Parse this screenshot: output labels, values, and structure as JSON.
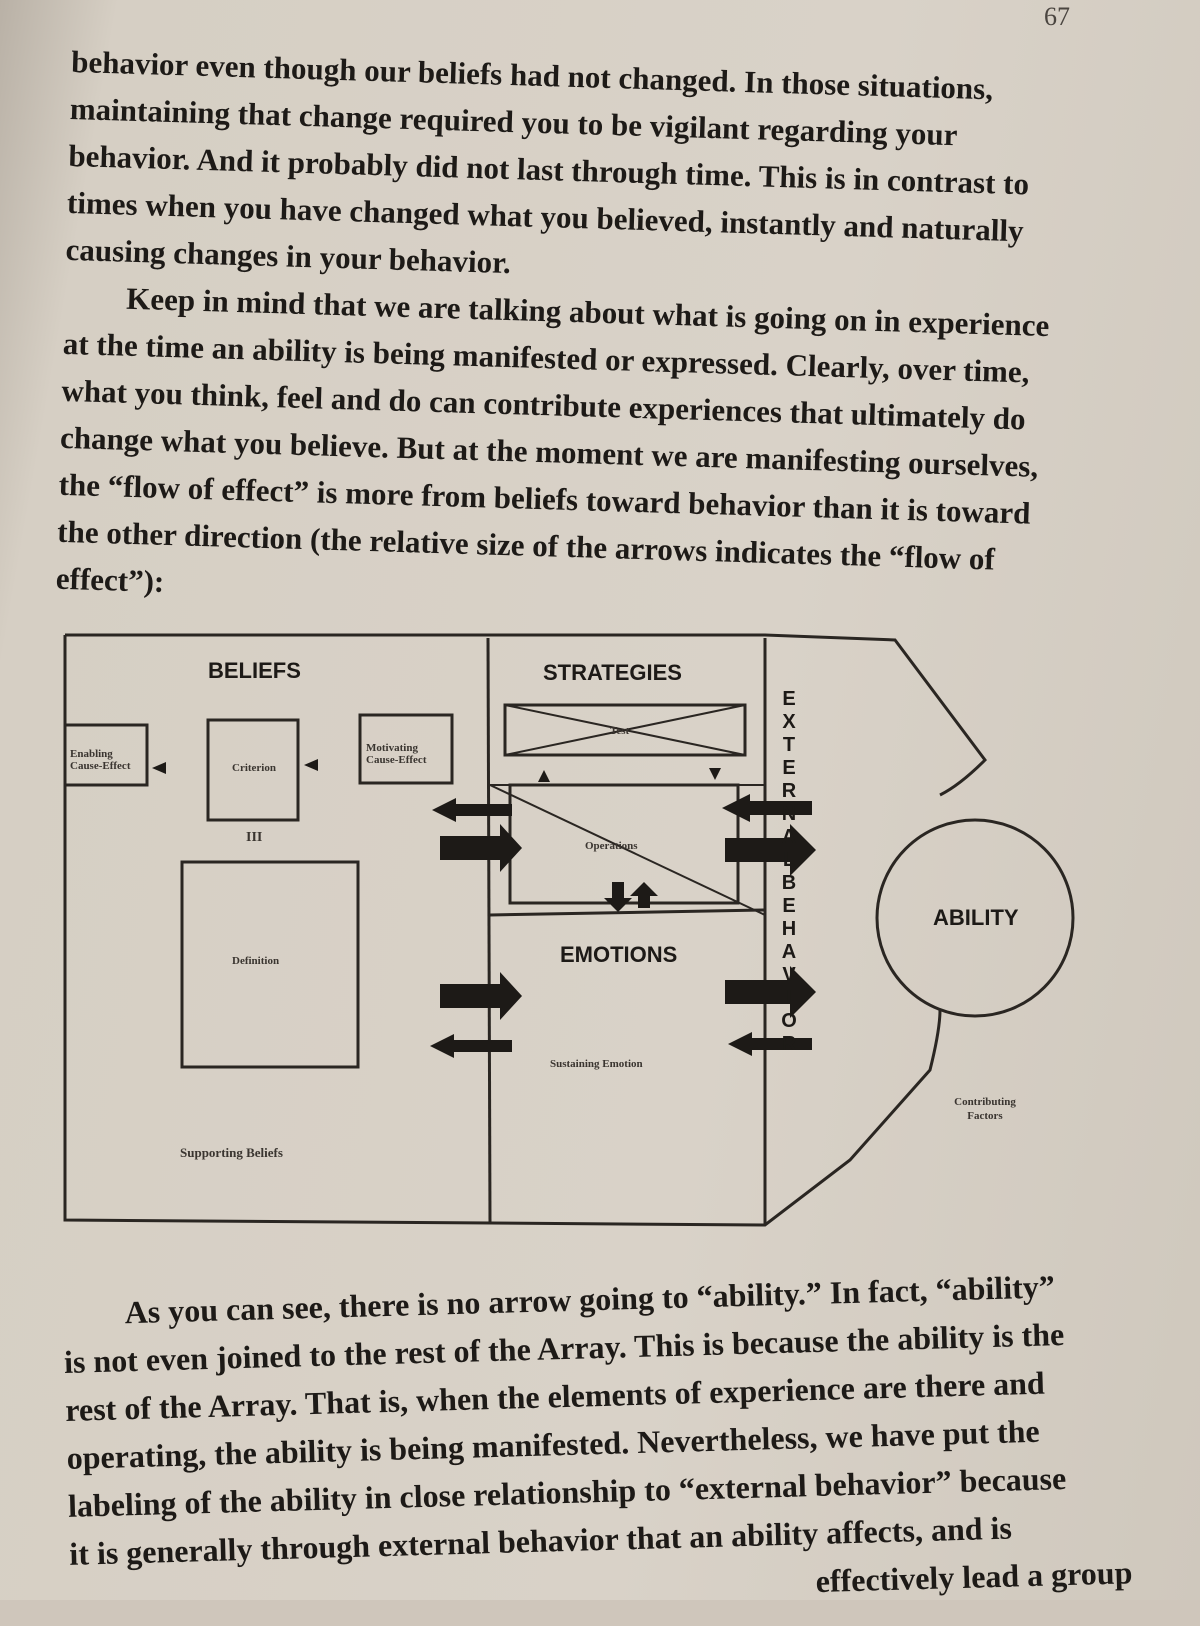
{
  "page_number": "67",
  "paragraph_top_lines": [
    "behavior even though our beliefs had not changed. In those situations,",
    "maintaining that change required you to be vigilant regarding your",
    "behavior. And it probably did not last through time. This is in contrast to",
    "times when you have changed what you believed, instantly and naturally",
    "causing changes in your behavior.",
    "Keep in mind that we are talking about what is going on in experience",
    "at the time an ability is being manifested or expressed. Clearly, over time,",
    "what you think, feel and do can contribute experiences that ultimately do",
    "change what you believe. But at the moment we are manifesting ourselves,",
    "the “flow of effect” is more from beliefs toward behavior than it is toward",
    "the other direction (the relative size of the arrows indicates the “flow of",
    "effect”):"
  ],
  "diagram": {
    "beliefs_title": "BELIEFS",
    "strategies_title": "STRATEGIES",
    "emotions_title": "EMOTIONS",
    "ability_title": "ABILITY",
    "enabling_label": "Enabling Cause-Effect",
    "criterion_label": "Criterion",
    "motivating_label": "Motivating Cause-Effect",
    "equals_symbol": "III",
    "definition_label": "Definition",
    "supporting_beliefs_label": "Supporting Beliefs",
    "test_label": "Test",
    "operations_label": "Operations",
    "sustaining_emotion_label": "Sustaining Emotion",
    "contributing_factors_label": "Contributing Factors",
    "external_behavior_letters": [
      "E",
      "X",
      "T",
      "E",
      "R",
      "N",
      "A",
      "L",
      "B",
      "E",
      "H",
      "A",
      "V",
      "I",
      "O",
      "R"
    ]
  },
  "paragraph_bottom_lines": [
    "As you can see, there is no arrow going to “ability.” In fact, “ability”",
    "is not even joined to the rest of the Array. This is because the ability is the",
    "rest of the Array. That is, when the elements of experience are there and",
    "operating, the ability is being manifested. Nevertheless, we have put the",
    "labeling of the ability in close relationship to “external behavior” because",
    "it is generally through external behavior that an ability affects, and is",
    "effectively lead a group"
  ]
}
